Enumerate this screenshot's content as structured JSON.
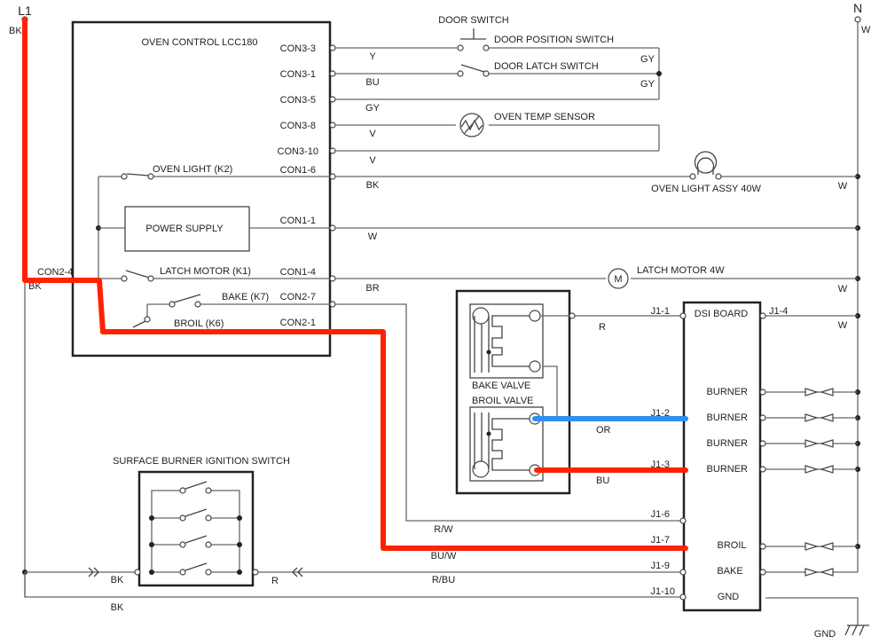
{
  "supply": {
    "l1": "L1",
    "n": "N",
    "l1_wire": "BK",
    "n_wire": "W"
  },
  "oven_control": {
    "title": "OVEN CONTROL LCC180",
    "pins": [
      "CON3-3",
      "CON3-1",
      "CON3-5",
      "CON3-8",
      "CON3-10",
      "CON1-6",
      "CON1-1",
      "CON1-4",
      "CON2-7",
      "CON2-1"
    ],
    "con2_4": "CON2-4",
    "con2_4_wire": "BK",
    "relays": {
      "oven_light": "OVEN LIGHT (K2)",
      "latch_motor": "LATCH MOTOR (K1)",
      "bake": "BAKE (K7)",
      "broil": "BROIL (K6)"
    },
    "power_supply": "POWER SUPPLY"
  },
  "wires": {
    "con3_3": "Y",
    "con3_1": "BU",
    "con3_5": "GY",
    "con3_8": "V",
    "con3_10": "V",
    "con1_6": "BK",
    "con1_1": "W",
    "con1_4": "BR",
    "gy1": "GY",
    "gy2": "GY",
    "light_n": "W",
    "motor_n": "W",
    "dsi_n": "W",
    "j1_1": "R",
    "j1_2": "OR",
    "j1_3": "BU",
    "j1_6": "R/W",
    "j1_7": "BU/W",
    "j1_9": "R/BU",
    "ign_in": "BK",
    "ign_out": "R",
    "gnd_bk": "BK"
  },
  "components": {
    "door_switch": "DOOR SWITCH",
    "door_position_switch": "DOOR POSITION SWITCH",
    "door_latch_switch": "DOOR LATCH SWITCH",
    "oven_temp_sensor": "OVEN TEMP SENSOR",
    "oven_light": "OVEN LIGHT ASSY 40W",
    "latch_motor": "LATCH MOTOR 4W",
    "latch_motor_symbol": "M",
    "bake_valve": "BAKE VALVE",
    "broil_valve": "BROIL VALVE",
    "ignition_switch": "SURFACE BURNER IGNITION SWITCH",
    "gnd": "GND"
  },
  "dsi_board": {
    "title": "DSI BOARD",
    "outputs": [
      "BURNER",
      "BURNER",
      "BURNER",
      "BURNER",
      "BROIL",
      "BAKE",
      "GND"
    ],
    "pins": {
      "j1_1": "J1-1",
      "j1_2": "J1-2",
      "j1_3": "J1-3",
      "j1_4": "J1-4",
      "j1_6": "J1-6",
      "j1_7": "J1-7",
      "j1_9": "J1-9",
      "j1_10": "J1-10"
    }
  },
  "highlight_colors": {
    "active_red": "#ff2200",
    "active_blue": "#2f8ff0"
  }
}
